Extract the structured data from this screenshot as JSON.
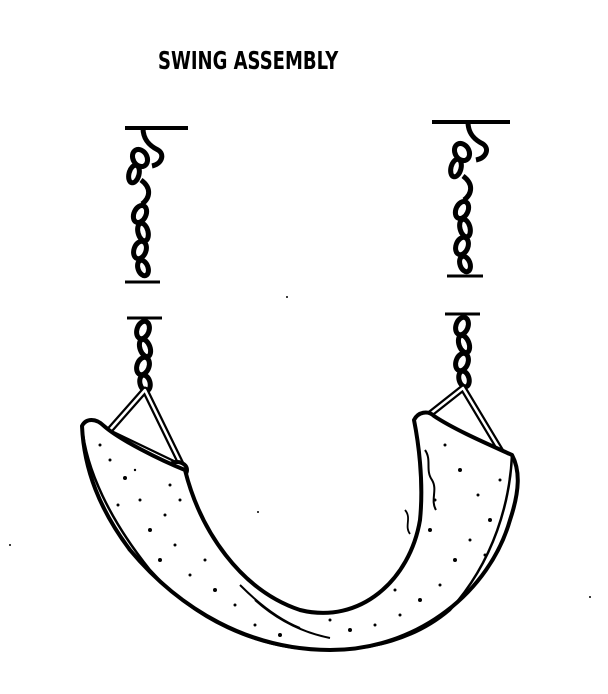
{
  "title": "SWING ASSEMBLY",
  "colors": {
    "ink": "#000000",
    "paper": "#ffffff"
  },
  "parts": {
    "left_chain": "chain",
    "right_chain": "chain",
    "seat": "belt-swing-seat"
  }
}
